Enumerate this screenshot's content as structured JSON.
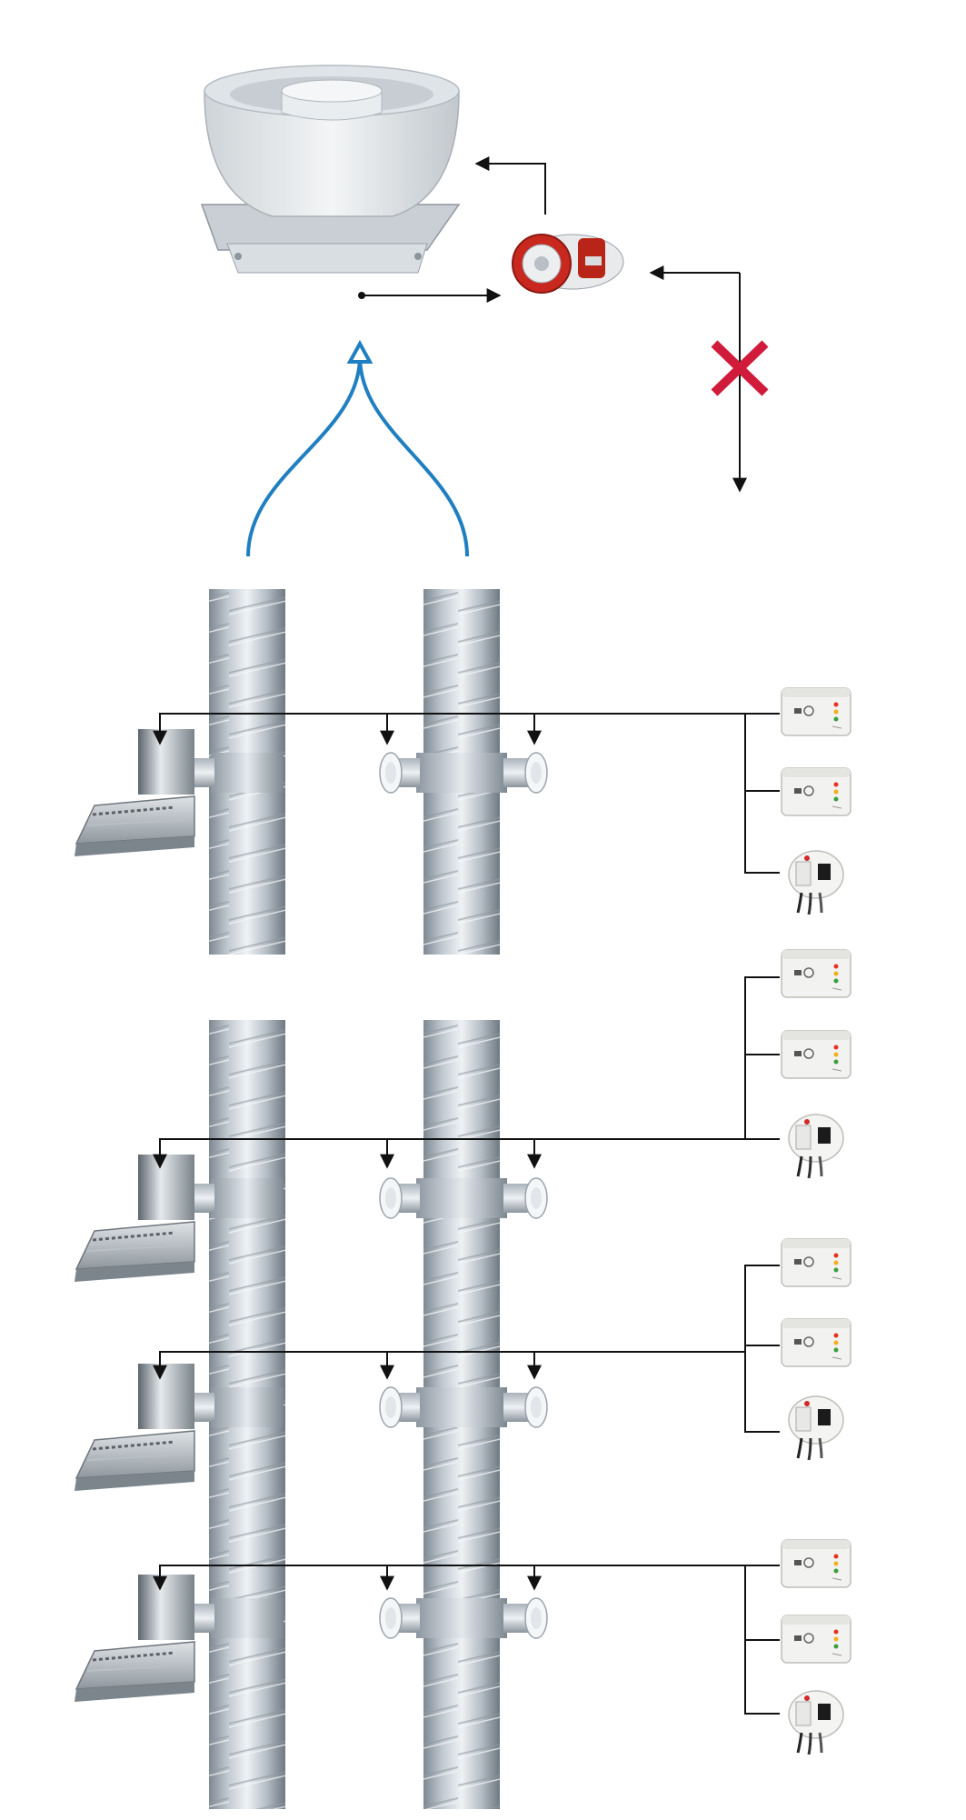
{
  "diagram": {
    "components": {
      "roof_fan": {
        "icon": "roof-fan-icon"
      },
      "fan_controller": {
        "icon": "fan-controller-icon",
        "accent": "#c8281e"
      },
      "duct_risers": {
        "icon": "spiral-duct-icon",
        "count": 2
      },
      "kitchen_hoods": {
        "icon": "kitchen-hood-icon",
        "count": 4
      },
      "extract_valves": {
        "icon": "extract-valve-icon",
        "count": 8
      },
      "sensor_boxes": {
        "icon": "sensor-box-icon",
        "count": 8
      },
      "relay_modules": {
        "icon": "relay-module-icon",
        "count": 4
      }
    },
    "marks": {
      "blocked_signal": {
        "icon": "red-x-icon",
        "color": "#d01c3a"
      },
      "airflow_arrow": {
        "icon": "airflow-arrow-icon",
        "color": "#1f7fc0"
      }
    },
    "lines": {
      "color": "#111111"
    },
    "duct": {
      "colors": [
        "#8f9aa3",
        "#c9d1d8",
        "#eef2f5"
      ]
    }
  }
}
